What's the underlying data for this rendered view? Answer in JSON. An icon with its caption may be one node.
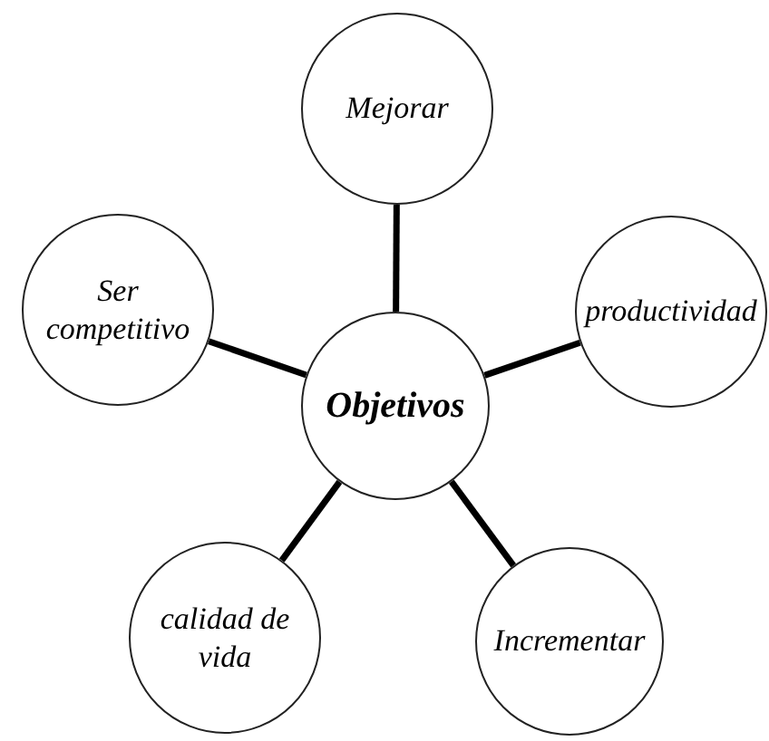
{
  "diagram": {
    "nodes": [
      {
        "text": [
          "Objetivos"
        ]
      },
      {
        "text": [
          "Mejorar"
        ]
      },
      {
        "text": [
          "productividad"
        ]
      },
      {
        "text": [
          "Incrementar"
        ]
      },
      {
        "text": [
          "calidad de vida"
        ]
      },
      {
        "text": [
          "Ser competitivo"
        ]
      }
    ],
    "edges": [
      {
        "from": 0,
        "to": 1,
        "arrow": "none"
      },
      {
        "from": 0,
        "to": 2,
        "arrow": "none"
      },
      {
        "from": 0,
        "to": 3,
        "arrow": "none"
      },
      {
        "from": 0,
        "to": 4,
        "arrow": "none"
      },
      {
        "from": 0,
        "to": 5,
        "arrow": "none"
      }
    ]
  }
}
